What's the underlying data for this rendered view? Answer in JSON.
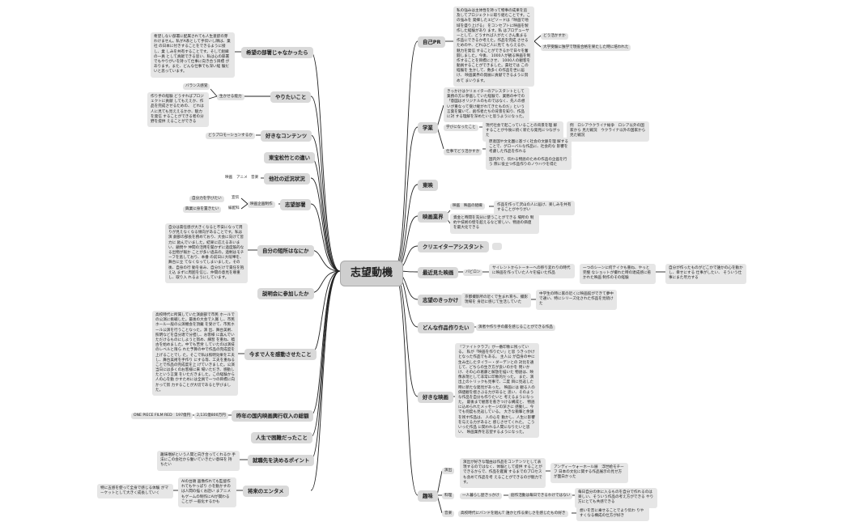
{
  "root": "志望動機",
  "left": {
    "kibou_busho": {
      "label": "希望の部署じゃなかったら",
      "note": "希望しない部署に配属されても人生意欲の芽 わけません。私がA系として手伝いし隣は、業社 の日本に付きすることをできるように接し、業 しみを共有することです。そして組織の一員 として貢献できる思い、私は心の部署 でもやりがいを持って仕事に向き合う目標 があります。また、どんな仕事でも深い経 験だいと思っています。"
    },
    "yaritai": {
      "label": "やりたいこと",
      "sub1": "生かせる能力",
      "sub2": "バランス感覚",
      "note": "作り手の経験 どうすればプロジェクトに貢献 してもええか、作品を完成させるための、 どれは人に見ても見ええるかか、魅力を発信 することができる者の分野を提供 えることができる"
    },
    "suki_contents": {
      "label": "好きなコンテンツ",
      "sub": "どうプロモーションするか"
    },
    "toho_shochiku": {
      "label": "東宝松竹との違い"
    },
    "shisha_kinkyo": {
      "label": "他社の近況状況",
      "sub1": "映画",
      "sub2": "アニメ",
      "sub3": "音楽"
    },
    "shibou_busho": {
      "label": "志望部署",
      "mid": "映画企画制作",
      "a1": "自分力を学びたい",
      "a1b": "宣伝",
      "a2": "興業に身を置きたい",
      "a2b": "編配科"
    },
    "chousho": {
      "label": "自分の短所はなにか",
      "note": "自分は責任感が大きくなると不安になって周 りが見えなくなる傾向があることです。私は演 劇部の部長を務めており、大会に向けて皆力に 励んでいました。結果に応えるあいまい、顧問や 仲間の活用を聞かずに過度筋的なる出物が報か ことが多い過去の。過剰はモチーフを逃しており、本番 の前日に大喧嘩を、舞台に立 てなくなってしまいました。その後、自身の行 動を省み、自分だけで責任を抱え込 まずに周囲を信じ、仲間の意見を尊重し、取り入 れるようにしています。"
    },
    "setsumeikai": {
      "label": "説明会に参加したか"
    },
    "kandou": {
      "label": "今まで人を感動させたこと",
      "note": "高校時代に所属していた演劇部で市民 ホールでの公演に挑戦した。最後の大会で入賞 し、市民ホール一般の公演機会を頂戴 を受けて、市民ホール公演を行うことなった。演 出、舞台美術、照明などを自分達で分担し、お客様 に喜んでいただけるものにしようと努め、練習 を重ね、稽古を始めました。中でも苦労 していたのは演技のレベルと限ら れた予算の中で作品の完成度を上げることでし た。そこで私は照明効果を工夫し、舞台美術を手作り にする等、工夫を重ねることで作品の完成度を上 げていきました。公演当日には多くのお客様に来 場いただき、感動したという言葉 をいただきました。この経験から人の心を動 かすためには全員で一つの目標に向かって努 力することが大切であると学びました。"
    },
    "koushuu": {
      "label": "昨年の国内映画興行収入の総額",
      "v1": "2,131億800万円",
      "v2": "ONE PIECE FILM RED　197億円"
    },
    "konnan": {
      "label": "人生で困難だったこと"
    },
    "shushoku": {
      "label": "就職先を決めるポイント",
      "note": "趣味嗜好という人間と向き合ってくれるか 手 法にこの会社から働いていきたい意味を 持 ちたい"
    },
    "entame": {
      "label": "将来のエンタメ",
      "note": "AIの台頭 画像作れても監督作れてもやっぱり 小を動かすのは人間の描くお話い まアニメもゲームの制作にAIが関わることが 一般化するかも",
      "note2": "特に五感を使って全身で感じる体験 がマーケットとして大きく成長していく"
    }
  },
  "right": {
    "jiko_pr": {
      "label": "自己PR",
      "note": "私の強みは主体性を持って物事の成果を追 及してプロジェクトに取り組むことです。この強みを 発揮したエピソードは「映画で地域を盛り上げる」 をコンセプトに映画を製作した経験があり ます。私 はプロデューサーとして、どうすれば人がたくさん集まる 作品にできるか考えた。作品を完成 させるためのや、どれほど人に見て もらえるか、魅力を発信 することができるかで日々を奮闘しました。今後、 1000人が観る映画を制作することを目標にさせ、 1000人の観客を 動員することができました。貴社では この経験を 生かして、数多くの作品を世に届け、 映画業界の発展に貢献できるように努めて まいります。",
      "sub1": "どう活かすか",
      "sub2": "大学受験に独学で現役合格を果たした時に培われた"
    },
    "gakugyou": {
      "label": "学業",
      "note": "きっかけはクリエイターのアシスタントとして 業務の方に参画していた経験で、業務の中での 「意図はオリジナルのものではなく、先人の想 いが重なって受け継がれてきたものだ」という 言葉を聞いて、創作者たちの背景を知り、作品に対 する理解を深めたいと思うようになった。",
      "q1": "学びになったこと",
      "a1": "現代社会で起こっていることの背景を理 解することが今後に続く新たな発見につながった",
      "a1b": "例　ロシアウクライナ紛争　ロシア以外の国家から 見た戦況　ウクライナ以外の国家から見た戦況",
      "q2": "仕事でどう活かすか",
      "a2": "原産国や文化圏に基づく社会の文脈を理 解することで、グローバルな作品に、社会的な 影響を考慮した作品を作れる",
      "a3": "国内外で、伝わる物語のための作品の企画を行う 際に役立つ作品作りのノウハウを得た"
    },
    "touei": {
      "label": "東映"
    },
    "eiga_gyoukai": {
      "label": "映画業界",
      "sub": "映画　映画の組織",
      "note1": "作品を作って沢山の人に届け、楽しみを共有 することがやりがい",
      "note2": "資金と時間を充分に使うことができる 場所の 制約や技術の壁を超えるなど新しい、物語の価値 を最大化できる"
    },
    "assistant": {
      "label": "クリエイターアシスタント"
    },
    "saikin_eiga": {
      "label": "最近見た映画",
      "sub": "バビロン",
      "note1": "サイレントからトーキーへの移り変わりの時代 に映画を作っていた人々を描いた作品",
      "note2": "一つのシーンに何テイクも重ね、やっと完璧 なショットが撮れた時の達成感に惹かれた映画 制作のその経験",
      "note3": "自分が作ったものがどこかで誰かの心を動かし、幸せにする 仕事がしたい、 そういう仕事にまた尽力する"
    },
    "kikkake": {
      "label": "志望のきっかけ",
      "note1": "京都撮影所の近くで生まれ育ち、撮影現場を 身近に感じて生活していた",
      "note2": "中学生の時に家の近くに映画館ができて夢中 で通い、特にシリーズ化された作品を見続けた"
    },
    "donna_sakuhin": {
      "label": "どんな作品作りたい",
      "note": "演者や作り手の最を感じることができる作品"
    },
    "suki_eiga": {
      "label": "好きな映画",
      "note": "『ファイトクラブ』が一番印象に残っている。 私が「映画を作りたい」と思 うきっかけとなった作品でもある。 主人公 が自身の中に生み出したタイラー・ダーデンとの 対比を通じて、どちらの生き方が良いのかを 問いかけ、その心の葛藤と解放を描いた 物語は、映像表現として非常に印象的だった。 また、演出上のトリックも見事で、二度 目に見返した時に新たな発見があった。 映画には 観る人の価値観を揺さぶる力があると 思い、そのような作品を自分も作りたいと 考えるようになった。 最後まで観客を惹きつける構成と、 物語に込められたメッセージの深さに 感動し、今でも何度も見返している。 大きな衝撃と余韻を残す作品は、 人の心を 動かし、人生に影響を与える力があると 感じさせてくれた。 こういった作品 に関われる人間になりたいと思い、 映画業界を志望するようになった。"
    },
    "shumi": {
      "label": "趣味",
      "k1": "演出",
      "k1_note": "演出が好きな理由は作品をコンテンツとして表 現するのではなく、体験として提供 することができるからで、作品を鑑賞 するまでのプロセスも含めて作品を考 えることができるのが魅力です。",
      "k1_note2": "アンディーウォーホール展　浮世絵モチーフ 日本の文化に関する作品展示の見せ方 が面白かった",
      "k2": "料理",
      "k2_a": "一人暮らし歴きっかけ",
      "k2_b": "創作活動は毎日できるわけではない",
      "k2_note": "毎日自分の体に入るものを自分で作れるのは 楽しい、そういう作品の考え方ができる やり方にとても共感できる",
      "k3": "音楽",
      "k3_a": "高校時代にバンドを組んでいた",
      "k3_b": "誰かと作る楽しさを感じたもの好き",
      "k3_note": "想いを音に乗せることでより伝わ りやすくなる構成の仕方が好き"
    }
  }
}
